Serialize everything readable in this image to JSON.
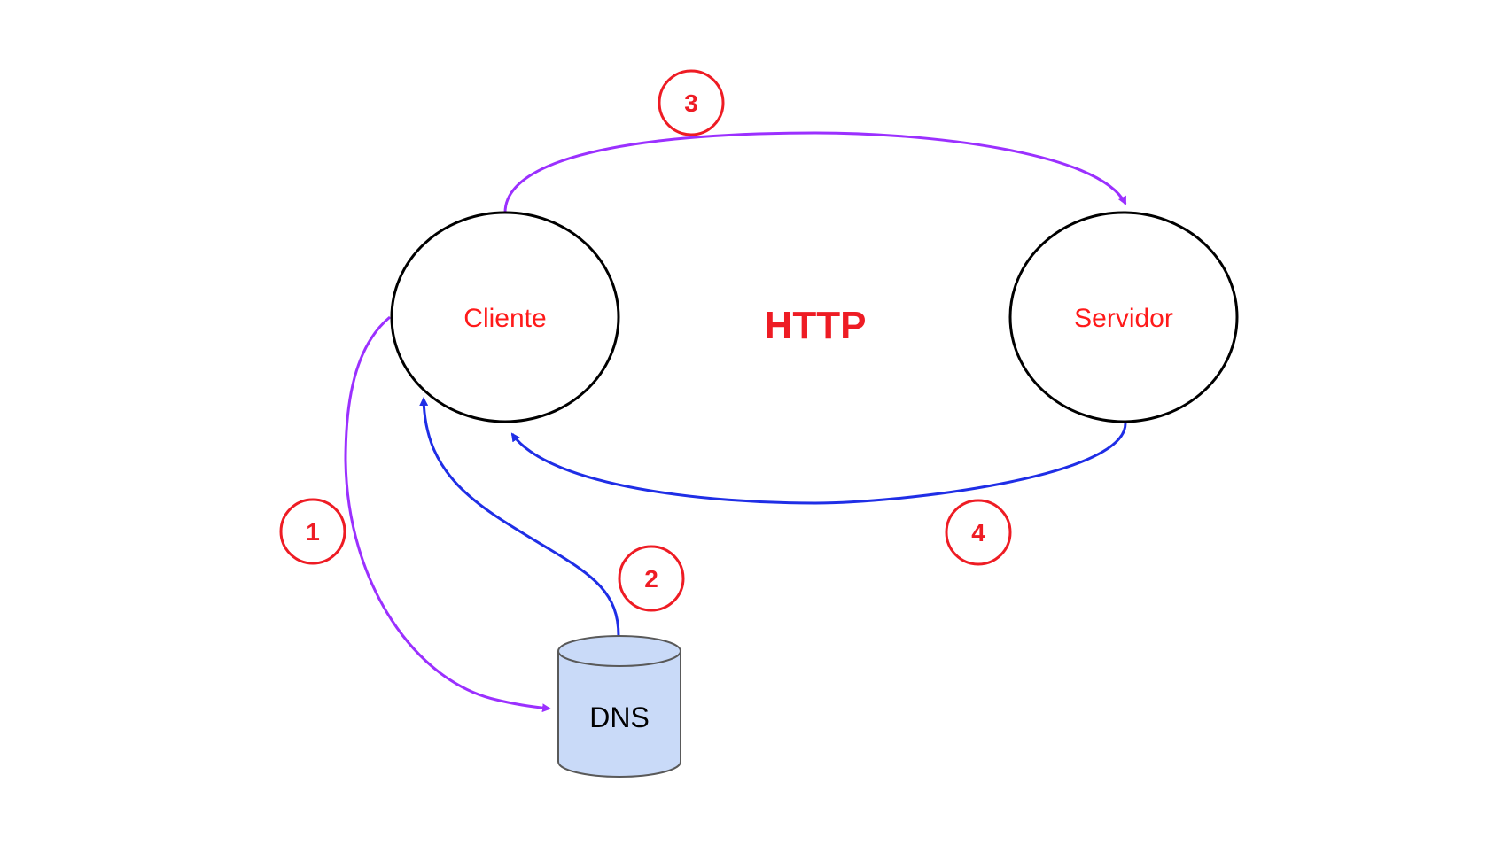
{
  "title": "HTTP",
  "nodes": {
    "client": "Cliente",
    "server": "Servidor",
    "dns": "DNS"
  },
  "steps": {
    "s1": "1",
    "s2": "2",
    "s3": "3",
    "s4": "4"
  },
  "colors": {
    "text_red": "#ee1c24",
    "request_arrow": "#9b30ff",
    "response_arrow": "#1f2ee6",
    "dns_fill": "#c9daf8",
    "dns_stroke": "#595959",
    "node_stroke": "#000000"
  }
}
